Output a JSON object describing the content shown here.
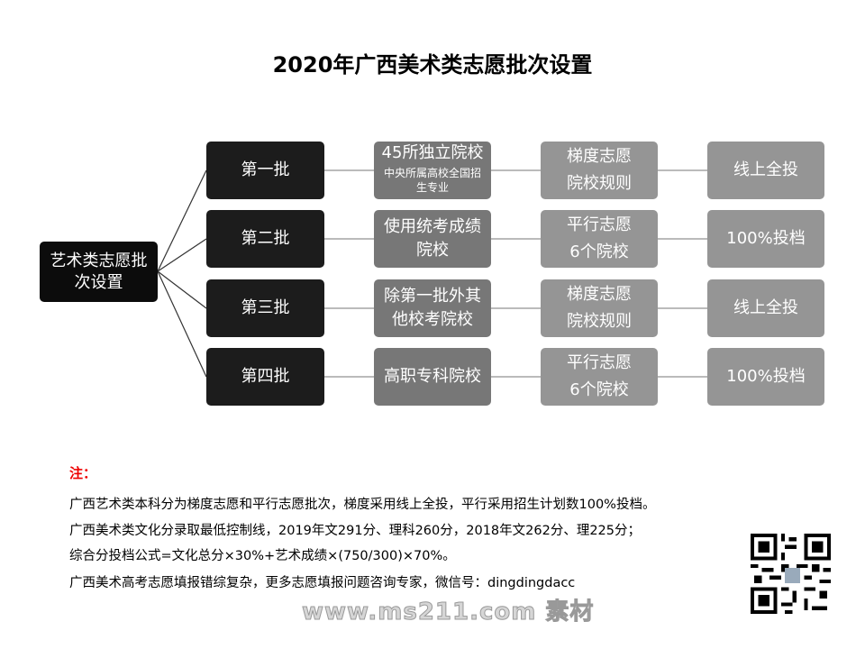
{
  "title": "2020年广西美术类志愿批次设置",
  "root": {
    "line1": "艺术类志愿批",
    "line2": "次设置"
  },
  "rows": [
    {
      "batch": "第一批",
      "school": "45所独立院校",
      "school_sub": "中央所属高校全国招生专业",
      "rule1": "梯度志愿",
      "rule2": "院校规则",
      "mode": "线上全投"
    },
    {
      "batch": "第二批",
      "school": "使用统考成绩院校",
      "rule1": "平行志愿",
      "rule2": "6个院校",
      "mode": "100%投档"
    },
    {
      "batch": "第三批",
      "school": "除第一批外其他校考院校",
      "rule1": "梯度志愿",
      "rule2": "院校规则",
      "mode": "线上全投"
    },
    {
      "batch": "第四批",
      "school": "高职专科院校",
      "rule1": "平行志愿",
      "rule2": "6个院校",
      "mode": "100%投档"
    }
  ],
  "notes": {
    "heading": "注：",
    "lines": [
      "广西艺术类本科分为梯度志愿和平行志愿批次，梯度采用线上全投，平行采用招生计划数100%投档。",
      "广西美术类文化分录取最低控制线，2019年文291分、理科260分，2018年文262分、理225分；",
      "综合分投档公式=文化总分×30%+艺术成绩×(750/300)×70%。",
      "广西美术高考志愿填报错综复杂，更多志愿填报问题咨询专家，微信号：dingdingdacc"
    ]
  },
  "watermark": "www.ms211.com 素材",
  "colors": {
    "batch": "#1c1c1c",
    "school": "#777777",
    "rule": "#959595",
    "note_heading": "#ee0000"
  }
}
